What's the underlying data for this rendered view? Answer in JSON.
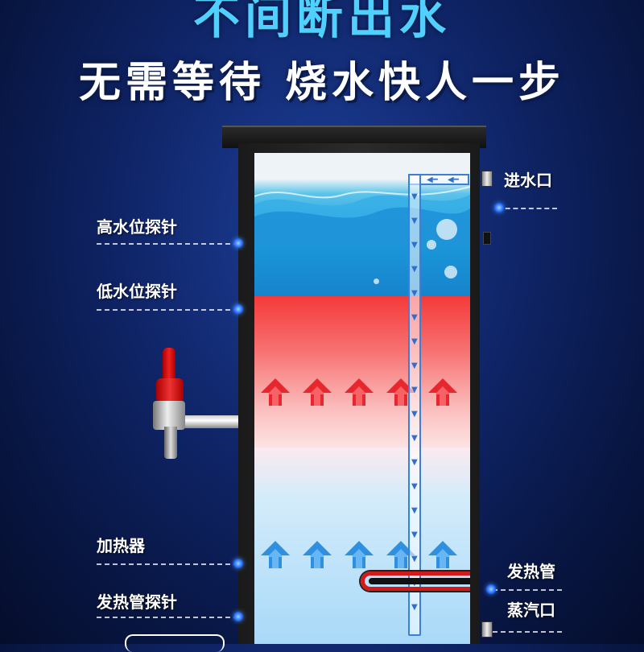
{
  "headline": {
    "top": "不间断出水",
    "sub": "无需等待 烧水快人一步"
  },
  "labels": {
    "water_inlet": "进水口",
    "high_water_probe": "高水位探针",
    "low_water_probe": "低水位探针",
    "heater": "加热器",
    "heating_tube": "发热管",
    "heating_tube_probe": "发热管探针",
    "steam_outlet": "蒸汽口"
  },
  "colors": {
    "hot_arrow": "#e8262e",
    "cool_arrow": "#2f8fe0",
    "probe_dot": "#2a70ff"
  },
  "icons": {
    "hot_arrow": "up-arrow-icon",
    "cool_arrow": "up-arrow-icon",
    "flow": "down-arrow-icon"
  }
}
